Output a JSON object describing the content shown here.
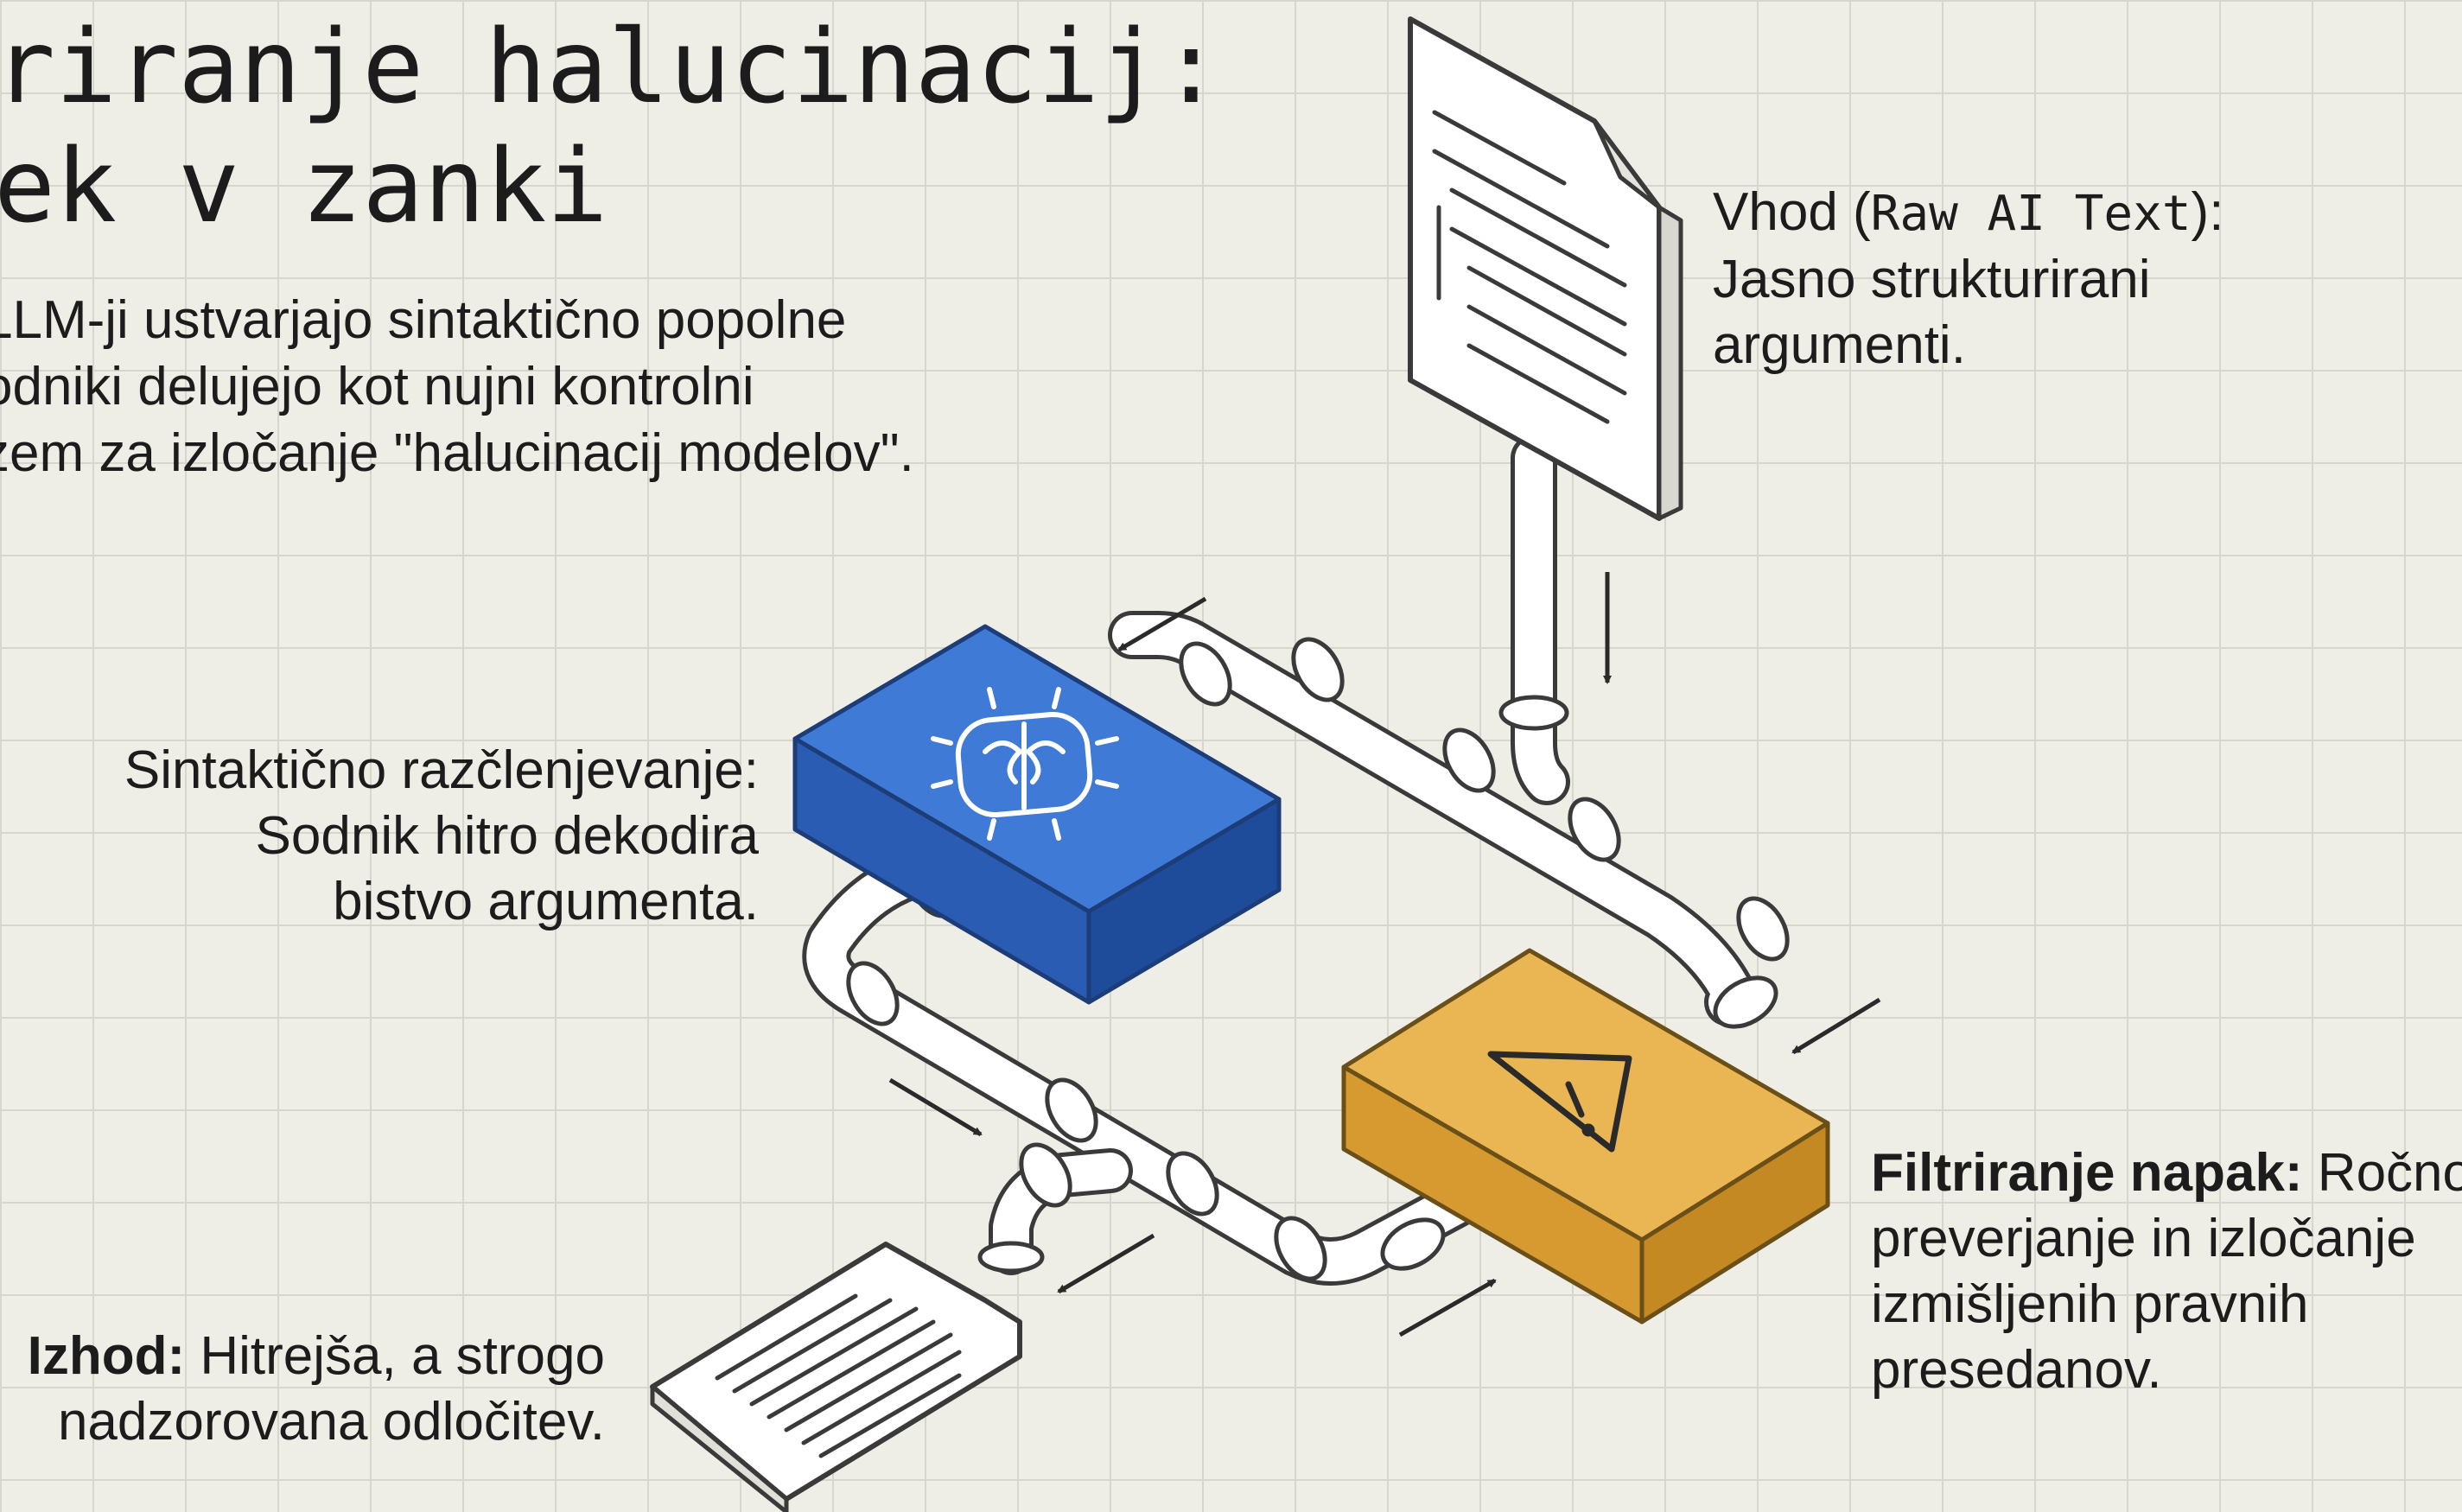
{
  "title": {
    "line1": "triranje halucinacij:",
    "line2": "vek v zanki"
  },
  "subtitle": {
    "line1": "LLM-ji ustvarjajo sintaktično popolne",
    "line2": "odniki delujejo kot nujni kontrolni",
    "line3": "zem za izločanje \"halucinacij modelov\"."
  },
  "input": {
    "prefix": "Vhod (",
    "code": "Raw AI Text",
    "suffix": "):",
    "line2": "Jasno strukturirani",
    "line3": "argumenti."
  },
  "parsing": {
    "line1": "Sintaktično razčlenjevanje:",
    "line2": "Sodnik hitro dekodira",
    "line3": "bistvo argumenta."
  },
  "filtering": {
    "heading": "Filtriranje napak:",
    "line1_rest": " Ročno",
    "line2": "preverjanje in izločanje",
    "line3": "izmišljenih pravnih",
    "line4": "presedanov."
  },
  "output": {
    "heading": "Izhod:",
    "line1_rest": " Hitrejša, a strogo",
    "line2": "nadzorovana odločitev."
  },
  "icons": {
    "ai_box": "brain-chip-icon",
    "filter_box": "warning-triangle-icon",
    "input_doc": "document-icon",
    "output_doc": "document-icon"
  },
  "colors": {
    "ai_box": "#2f66c2",
    "filter_box": "#e5b04a",
    "background": "#efeee6",
    "grid": "#d6d6cc"
  }
}
